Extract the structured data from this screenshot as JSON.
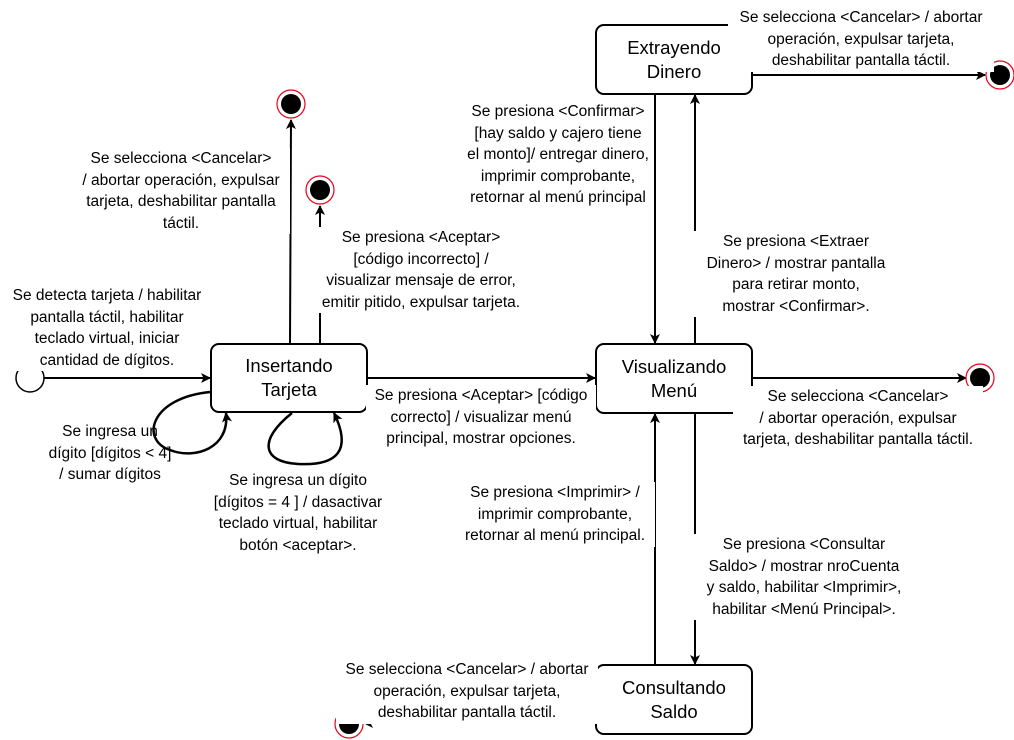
{
  "states": {
    "insertando": [
      "Insertando",
      "Tarjeta"
    ],
    "visualizando": [
      "Visualizando",
      "Menú"
    ],
    "extrayendo": [
      "Extrayendo",
      "Dinero"
    ],
    "consultando": [
      "Consultando",
      "Saldo"
    ]
  },
  "transitions": {
    "detect": [
      "Se detecta tarjeta / habilitar",
      "pantalla táctil, habilitar",
      "teclado virtual, iniciar",
      "cantidad de dígitos."
    ],
    "ins_cancel": [
      "Se selecciona <Cancelar>",
      "/ abortar operación, expulsar",
      "tarjeta, deshabilitar pantalla",
      "táctil."
    ],
    "ins_incorrect": [
      "Se presiona <Aceptar>",
      "[código incorrecto] /",
      "visualizar mensaje de error,",
      "emitir pitido, expulsar tarjeta."
    ],
    "digit_lt4": [
      "Se ingresa un",
      "dígito [dígitos < 4]",
      "/ sumar dígitos"
    ],
    "digit_eq4": [
      "Se ingresa un dígito",
      "[dígitos = 4 ] / dasactivar",
      "teclado virtual, habilitar",
      "botón <aceptar>."
    ],
    "ins_correct": [
      "Se presiona <Aceptar> [código",
      "correcto] / visualizar menú",
      "principal, mostrar opciones."
    ],
    "ext_confirm": [
      "Se presiona <Confirmar>",
      "[hay saldo y cajero tiene",
      "el monto]/ entregar dinero,",
      "imprimir comprobante,",
      "retornar al menú principal"
    ],
    "ext_cancel": [
      "Se selecciona <Cancelar> / abortar",
      "operación, expulsar tarjeta,",
      "deshabilitar pantalla táctil."
    ],
    "menu_extract": [
      "Se presiona <Extraer",
      "Dinero> / mostrar pantalla",
      "para retirar monto,",
      "mostrar <Confirmar>."
    ],
    "menu_cancel": [
      "Se selecciona <Cancelar>",
      "/ abortar operación, expulsar",
      "tarjeta, deshabilitar pantalla táctil."
    ],
    "print": [
      "Se presiona <Imprimir> /",
      "imprimir comprobante,",
      "retornar al menú principal."
    ],
    "menu_consult": [
      "Se presiona <Consultar",
      "Saldo> / mostrar nroCuenta",
      "y saldo, habilitar <Imprimir>,",
      "habilitar <Menú Principal>."
    ],
    "con_cancel": [
      "Se selecciona <Cancelar> / abortar",
      "operación, expulsar tarjeta,",
      "deshabilitar pantalla táctil."
    ]
  },
  "colors": {
    "final_ring": "#e8001a",
    "stroke": "#000000"
  }
}
